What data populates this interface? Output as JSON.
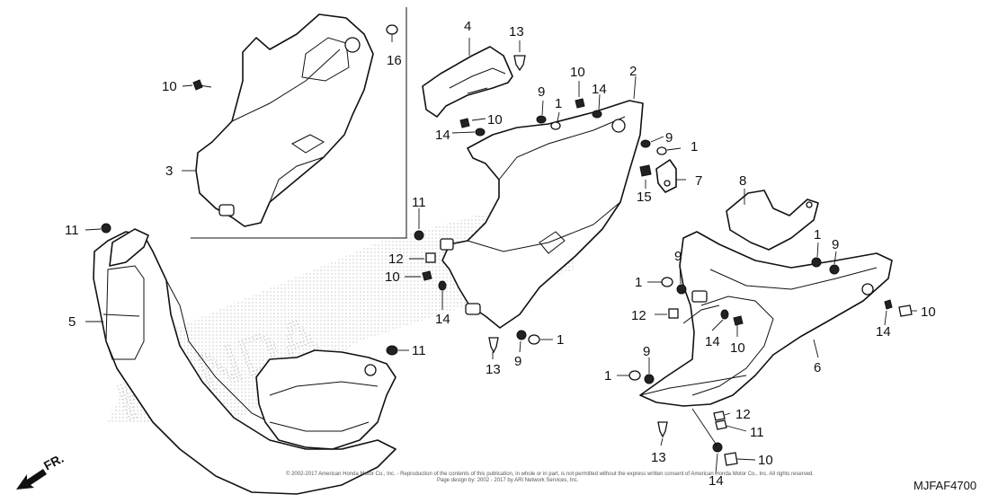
{
  "diagram": {
    "diagram_code": "MJFAF4700",
    "copyright_line1": "© 2002-2017 American Honda Motor Co., Inc. - Reproduction of the contents of this publication, in whole or in part, is not permitted without the express written consent of American Honda Motor Co., Inc. All rights reserved.",
    "copyright_line2": "Page design by: 2002 - 2017 by ARI Network Services, Inc.",
    "watermark": "HONDA",
    "direction_label": "FR.",
    "callouts": [
      "1",
      "1",
      "1",
      "1",
      "1",
      "1",
      "2",
      "3",
      "4",
      "5",
      "6",
      "7",
      "8",
      "9",
      "9",
      "9",
      "9",
      "9",
      "9",
      "10",
      "10",
      "10",
      "10",
      "10",
      "10",
      "10",
      "11",
      "11",
      "11",
      "11",
      "12",
      "12",
      "12",
      "13",
      "13",
      "13",
      "14",
      "14",
      "14",
      "14",
      "14",
      "14",
      "15",
      "16"
    ]
  }
}
